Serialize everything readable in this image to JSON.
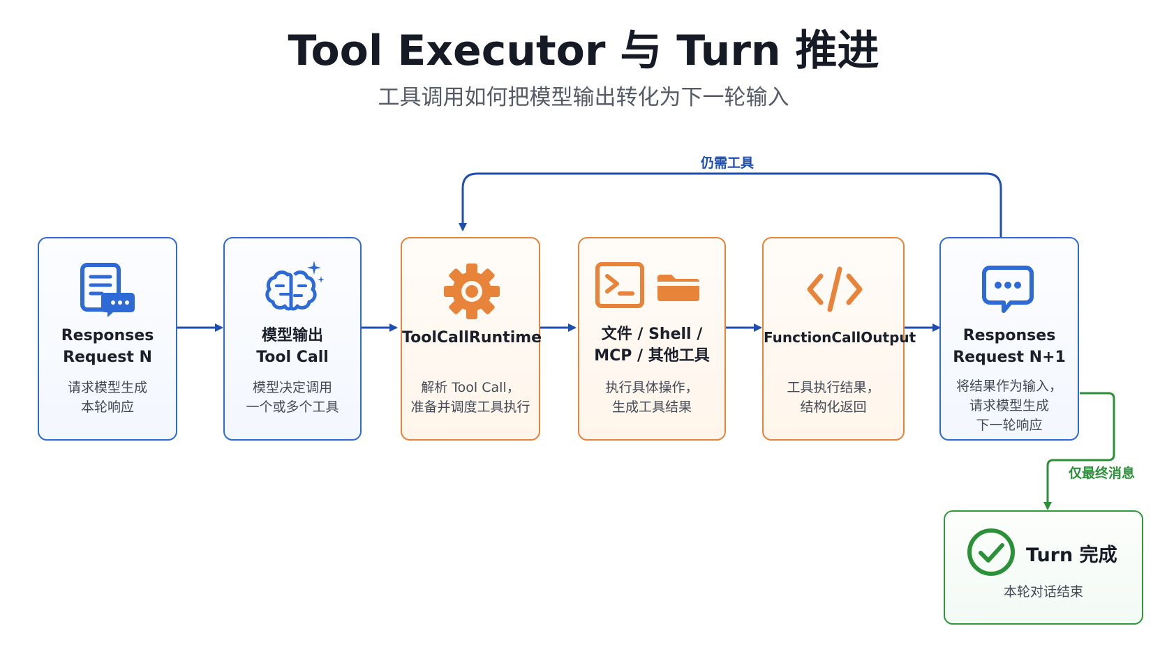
{
  "header": {
    "title": "Tool Executor 与 Turn 推进",
    "subtitle": "工具调用如何把模型输出转化为下一轮输入"
  },
  "colors": {
    "blue": "#2d6ad6",
    "orange": "#e8833a",
    "green": "#2e9a3c",
    "arrow_blue": "#1e4fb0",
    "arrow_green": "#2a9138"
  },
  "steps": [
    {
      "icon": "document-chat-icon",
      "title": "Responses\nRequest N",
      "desc": "请求模型生成\n本轮响应"
    },
    {
      "icon": "brain-sparkle-icon",
      "title": "模型输出\nTool Call",
      "desc": "模型决定调用\n一个或多个工具"
    },
    {
      "icon": "gear-icon",
      "title": "ToolCallRuntime",
      "desc": "解析 Tool Call，\n准备并调度工具执行"
    },
    {
      "icon": "terminal-folder-icon",
      "title": "文件 / Shell /\nMCP / 其他工具",
      "desc": "执行具体操作，\n生成工具结果"
    },
    {
      "icon": "code-icon",
      "title": "FunctionCallOutput",
      "desc": "工具执行结果，\n结构化返回"
    },
    {
      "icon": "chat-bubble-icon",
      "title": "Responses\nRequest N+1",
      "desc": "将结果作为输入，\n请求模型生成\n下一轮响应"
    }
  ],
  "loop": {
    "label": "仍需工具"
  },
  "final": {
    "label": "仅最终消息",
    "title": "Turn 完成",
    "desc": "本轮对话结束",
    "icon": "check-circle-icon"
  }
}
